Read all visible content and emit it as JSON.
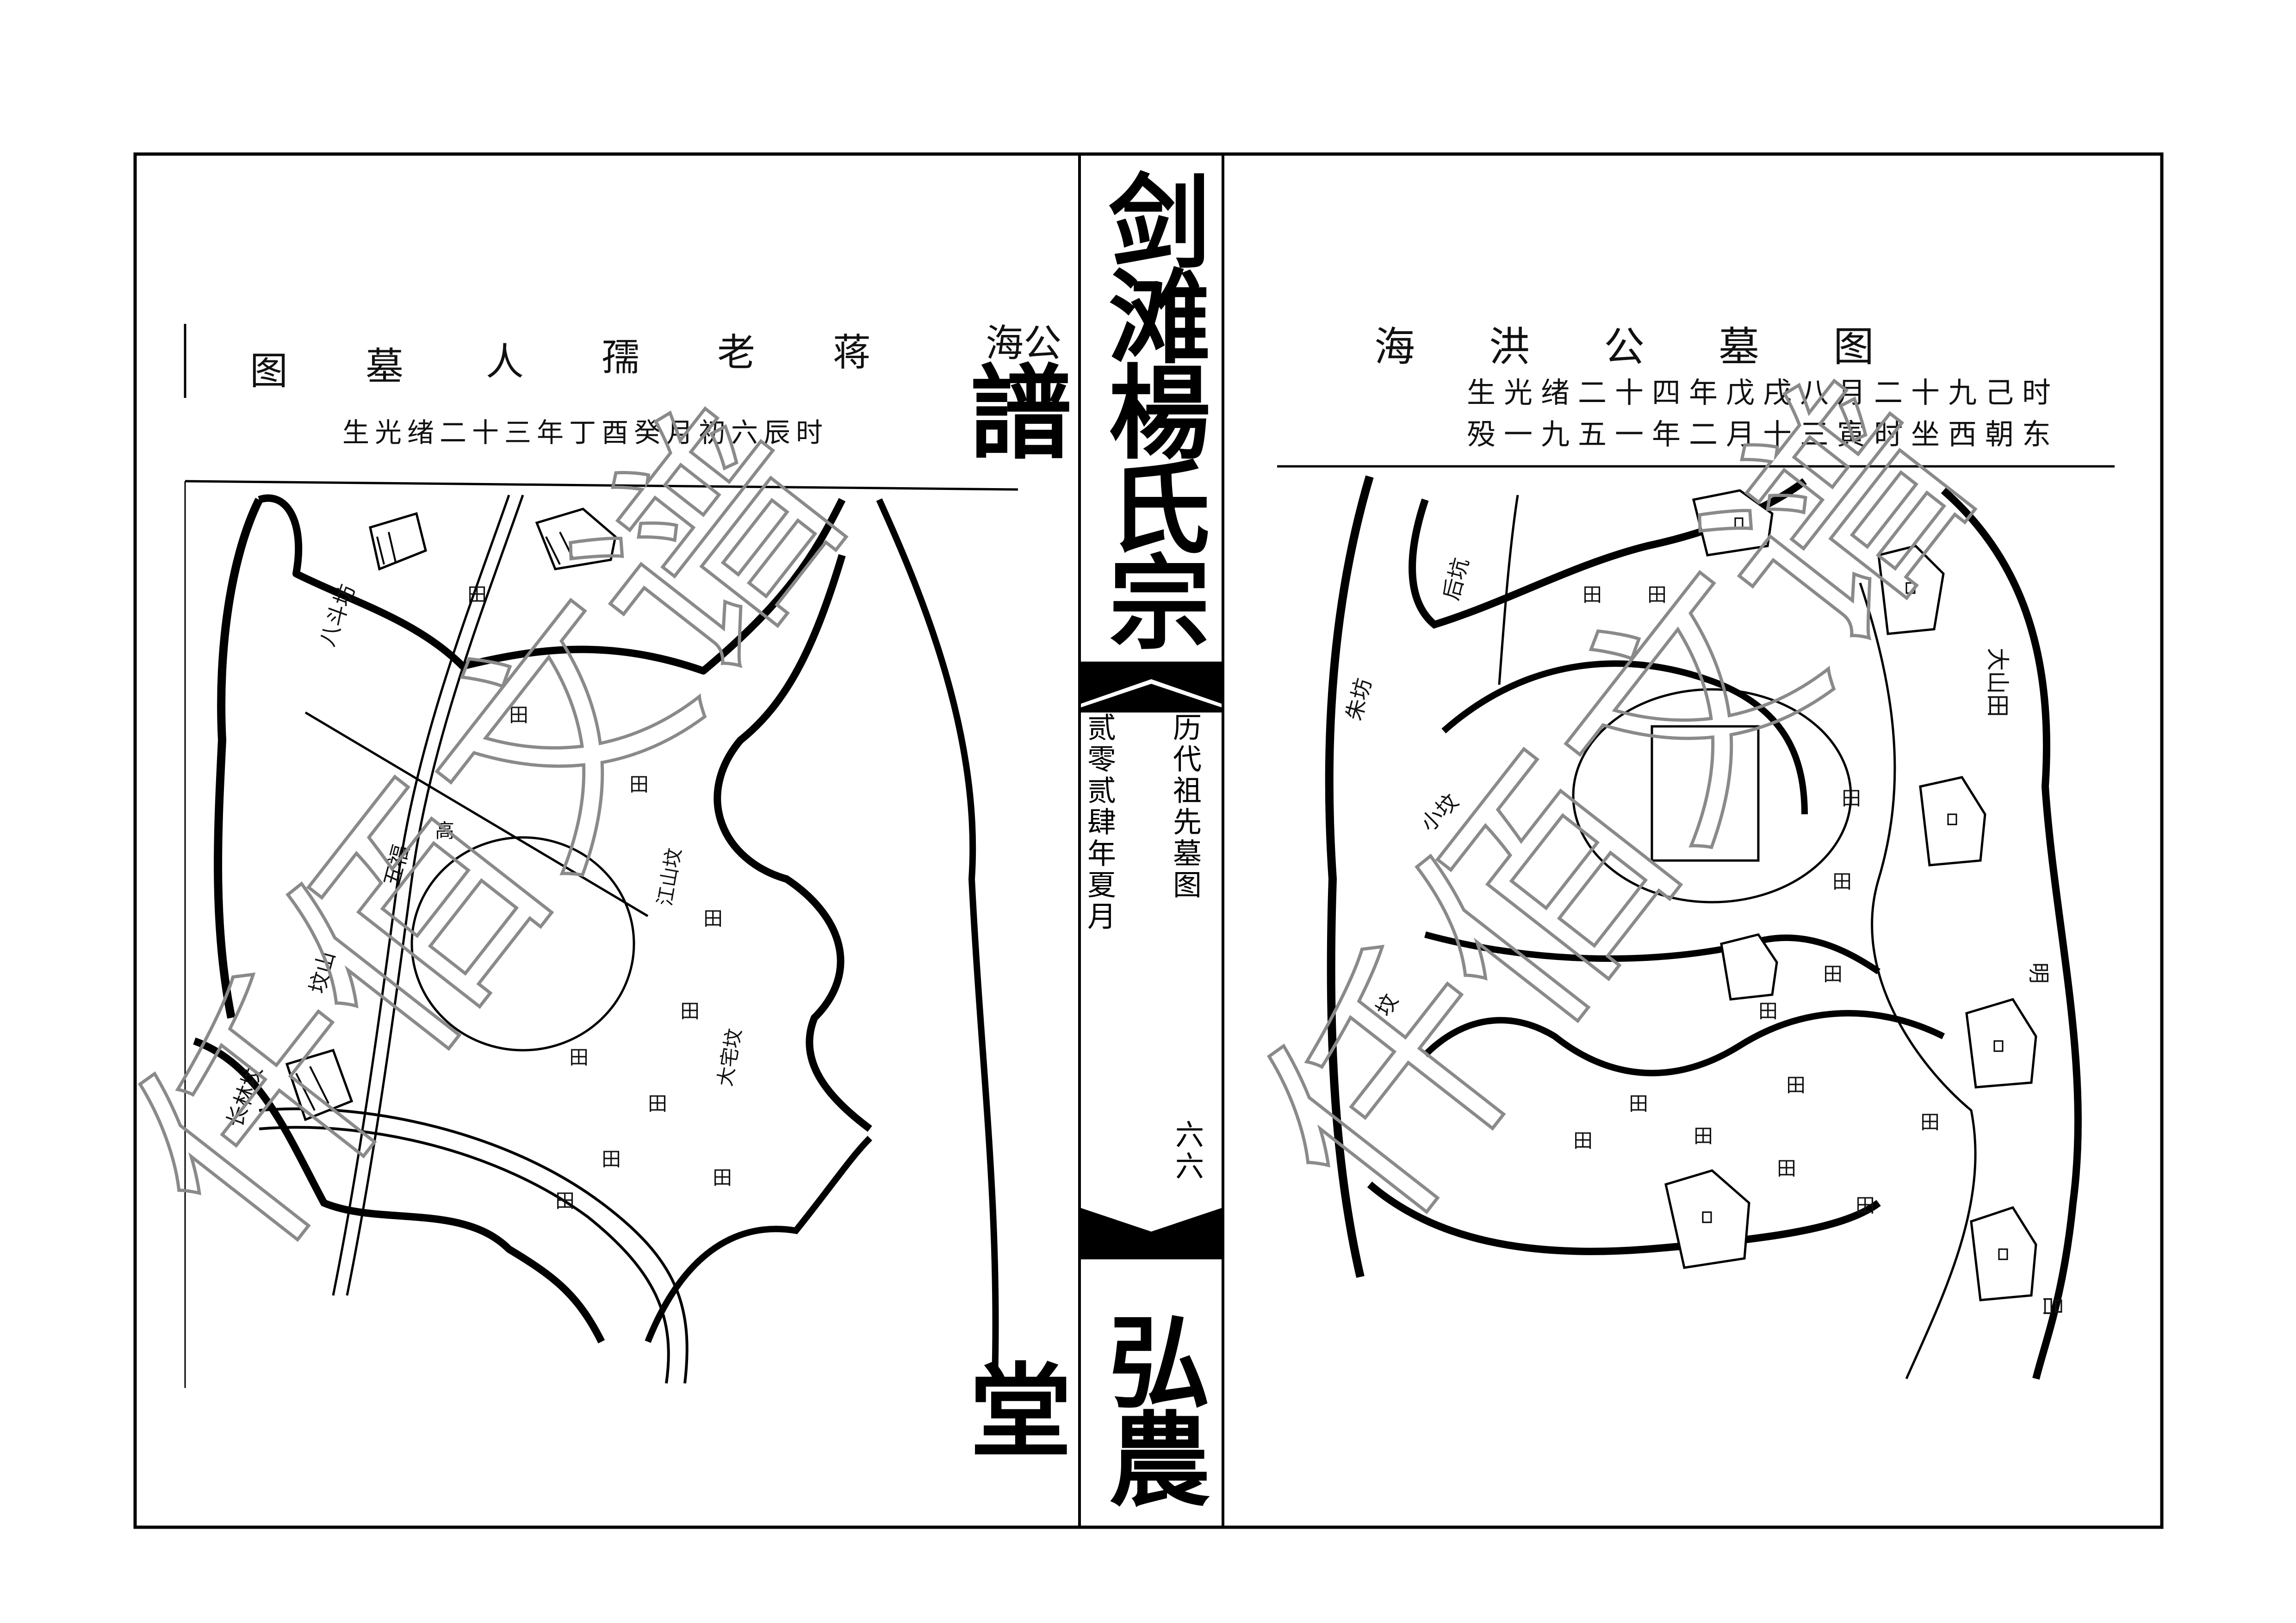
{
  "spine": {
    "title": "剑滩楊氏宗譜",
    "section": "历代祖先墓图",
    "date": "贰零贰肆年夏月",
    "page_number": "六六",
    "hall_name": "弘農堂"
  },
  "left_map": {
    "title_col1": "海公",
    "title_col2": "蒋",
    "title_col3": "老",
    "title_col4": "孺",
    "title_col5": "人",
    "title_col6": "墓",
    "title_col7": "图",
    "caption": "生光绪二十三年丁酉癸月初六辰时",
    "field_mark": "田",
    "labels": [
      "八斗坊",
      "五福",
      "坟山",
      "长林坟",
      "高",
      "江山坟",
      "大宅坟"
    ]
  },
  "right_map": {
    "title": "海洪公墓图",
    "caption_line1": "生光绪二十四年戊戌八月二十九己时",
    "caption_line2": "殁一九五一年二月十三寅时坐西朝东",
    "field_mark": "田",
    "labels": [
      "大山田",
      "后坑",
      "朱坊",
      "小坟",
      "坟",
      "明",
      "吕"
    ]
  },
  "watermark": "仟佰文谱"
}
